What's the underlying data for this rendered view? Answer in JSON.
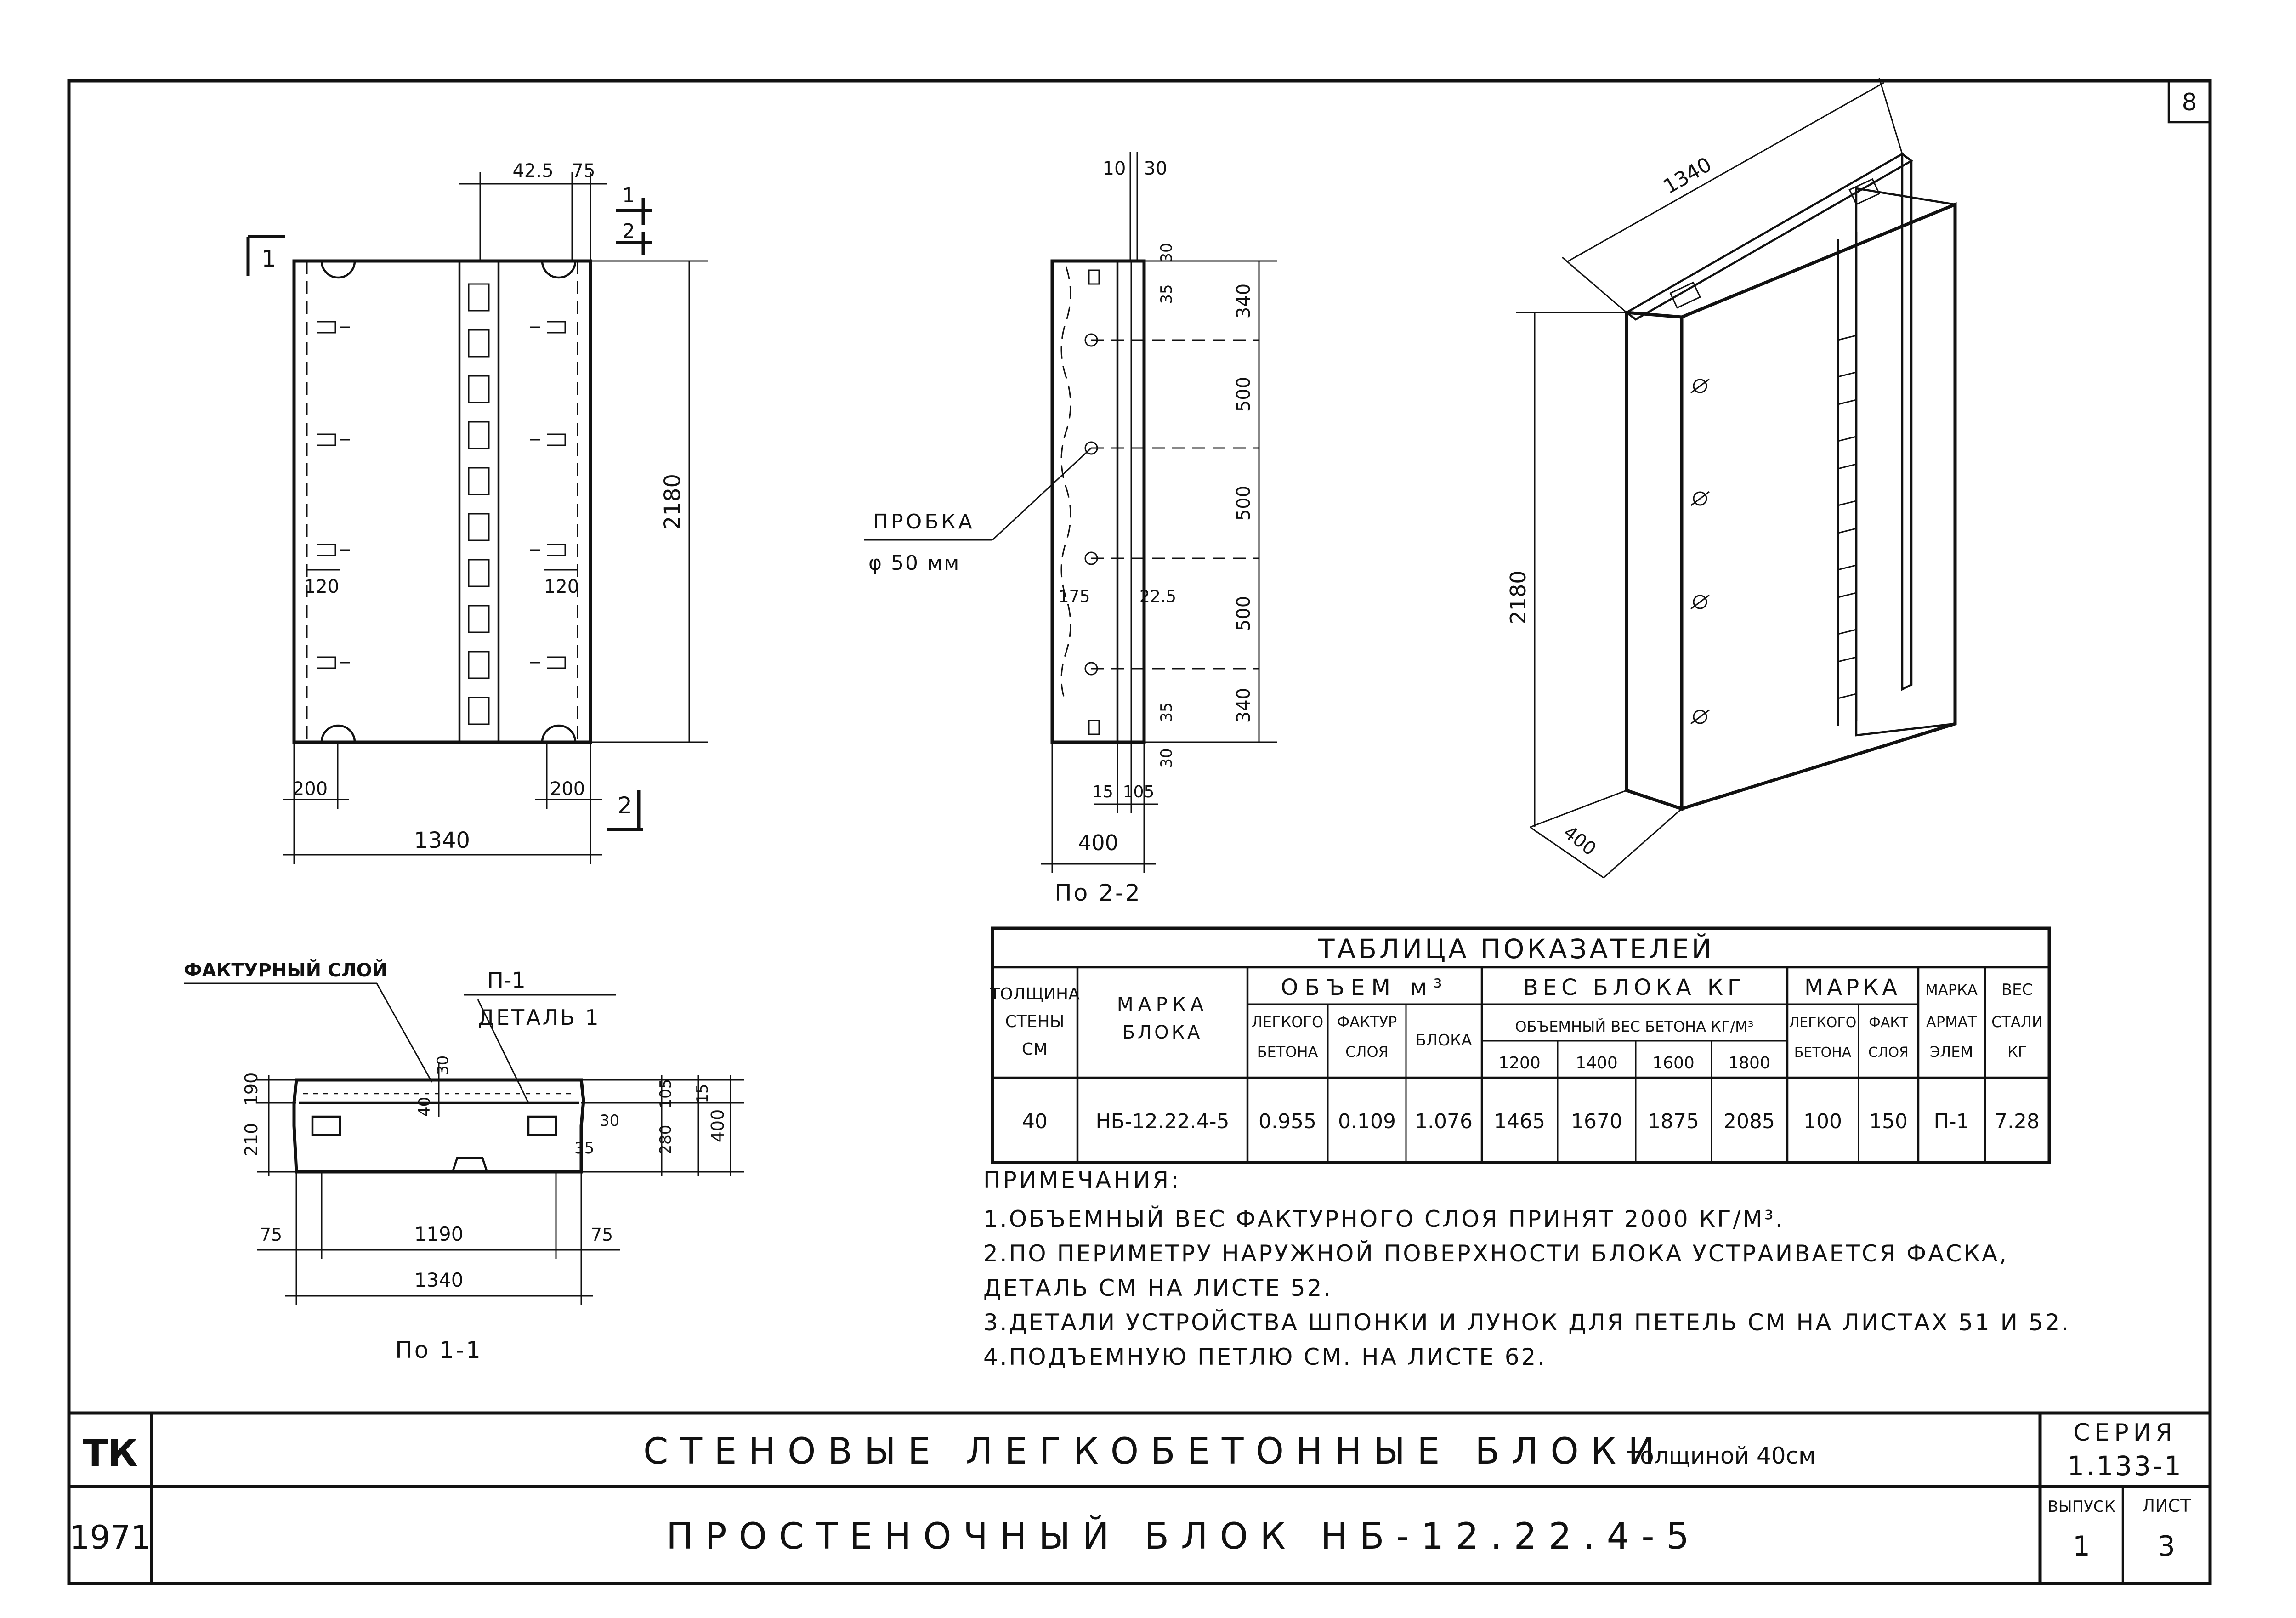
{
  "sheet_corner_number": "8",
  "plan_view": {
    "dims": {
      "top_a": "42.5",
      "top_b": "75",
      "height": "2180",
      "left_bottom": "200",
      "right_bottom": "200",
      "width": "1340",
      "inner_left": "120",
      "inner_right": "120"
    },
    "section_marks": {
      "top_left": "1",
      "top_right_a": "1",
      "top_right_b": "2",
      "bottom_right": "2"
    }
  },
  "section_2_2": {
    "caption": "По 2-2",
    "plug_label_1": "ПРОБКА",
    "plug_label_2": "φ 50 мм",
    "dims": {
      "top_a": "10",
      "top_b": "30",
      "top_30": "30",
      "top_35": "35",
      "seg1": "340",
      "seg2": "500",
      "seg3": "500",
      "seg4": "500",
      "seg5": "340",
      "bot_35": "35",
      "bot_30": "30",
      "inner_175": "175",
      "inner_225": "22.5",
      "bottom_15": "15",
      "bottom_105": "105",
      "width": "400"
    }
  },
  "iso_view": {
    "dim_length": "1340",
    "dim_height": "2180",
    "dim_depth": "400"
  },
  "section_1_1": {
    "caption": "По 1-1",
    "label_facture": "ФАКТУРНЫЙ СЛОЙ",
    "label_p1": "П-1",
    "label_detail": "ДЕТАЛЬ 1",
    "dims": {
      "left_a": "210",
      "left_b": "190",
      "mid_40": "40",
      "mid_30": "30",
      "r_105": "105",
      "r_15": "15",
      "r_30": "30",
      "r_35": "35",
      "r_280": "280",
      "r_400": "400",
      "b_75_left": "75",
      "b_1190": "1190",
      "b_75_right": "75",
      "b_1340": "1340"
    }
  },
  "table": {
    "title": "ТАБЛИЦА ПОКАЗАТЕЛЕЙ",
    "h_thickness": [
      "ТОЛЩИНА",
      "СТЕНЫ",
      "СМ"
    ],
    "h_mark": [
      "МАРКА",
      "БЛОКА"
    ],
    "h_volume": "ОБЪЕМ м³",
    "h_vol_light": [
      "ЛЕГКОГО",
      "БЕТОНА"
    ],
    "h_vol_fact": [
      "ФАКТУР",
      "СЛОЯ"
    ],
    "h_vol_block": "БЛОКА",
    "h_weight": "ВЕС БЛОКА КГ",
    "h_weight_sub": "ОБЪЕМНЫЙ ВЕС БЕТОНА КГ/М³",
    "h_densities": [
      "1200",
      "1400",
      "1600",
      "1800"
    ],
    "h_grade": "МАРКА",
    "h_grade_light": [
      "ЛЕГКОГО",
      "БЕТОНА"
    ],
    "h_grade_fact": [
      "ФАКТ",
      "СЛОЯ"
    ],
    "h_arm": [
      "МАРКА",
      "АРМАТ",
      "ЭЛЕМ"
    ],
    "h_steel": [
      "ВЕС",
      "СТАЛИ",
      "КГ"
    ],
    "row": {
      "thickness": "40",
      "mark": "НБ-12.22.4-5",
      "vol_light": "0.955",
      "vol_fact": "0.109",
      "vol_block": "1.076",
      "w1200": "1465",
      "w1400": "1670",
      "w1600": "1875",
      "w1800": "2085",
      "grade_light": "100",
      "grade_fact": "150",
      "arm": "П-1",
      "steel": "7.28"
    }
  },
  "notes": {
    "heading": "ПРИМЕЧАНИЯ:",
    "n1": "1.ОБЪЕМНЫЙ ВЕС ФАКТУРНОГО СЛОЯ ПРИНЯТ 2000 КГ/М³.",
    "n2a": "2.ПО ПЕРИМЕТРУ НАРУЖНОЙ ПОВЕРХНОСТИ БЛОКА УСТРАИВАЕТСЯ ФАСКА,",
    "n2b": "ДЕТАЛЬ СМ НА ЛИСТЕ 52.",
    "n3": "3.ДЕТАЛИ УСТРОЙСТВА ШПОНКИ И ЛУНОК ДЛЯ ПЕТЕЛЬ СМ НА ЛИСТАХ 51 И 52.",
    "n4": "4.ПОДЪЕМНУЮ ПЕТЛЮ СМ. НА ЛИСТЕ 62."
  },
  "title_block": {
    "org": "ТК",
    "year": "1971",
    "title1": "СТЕНОВЫЕ ЛЕГКОБЕТОННЫЕ БЛОКИ",
    "title1_suffix": "толщиной 40см",
    "title2": "ПРОСТЕНОЧНЫЙ БЛОК НБ-12.22.4-5",
    "series_label": "СЕРИЯ",
    "series_value": "1.133-1",
    "issue_label": "ВЫПУСК",
    "issue_value": "1",
    "sheet_label": "ЛИСТ",
    "sheet_value": "3"
  }
}
